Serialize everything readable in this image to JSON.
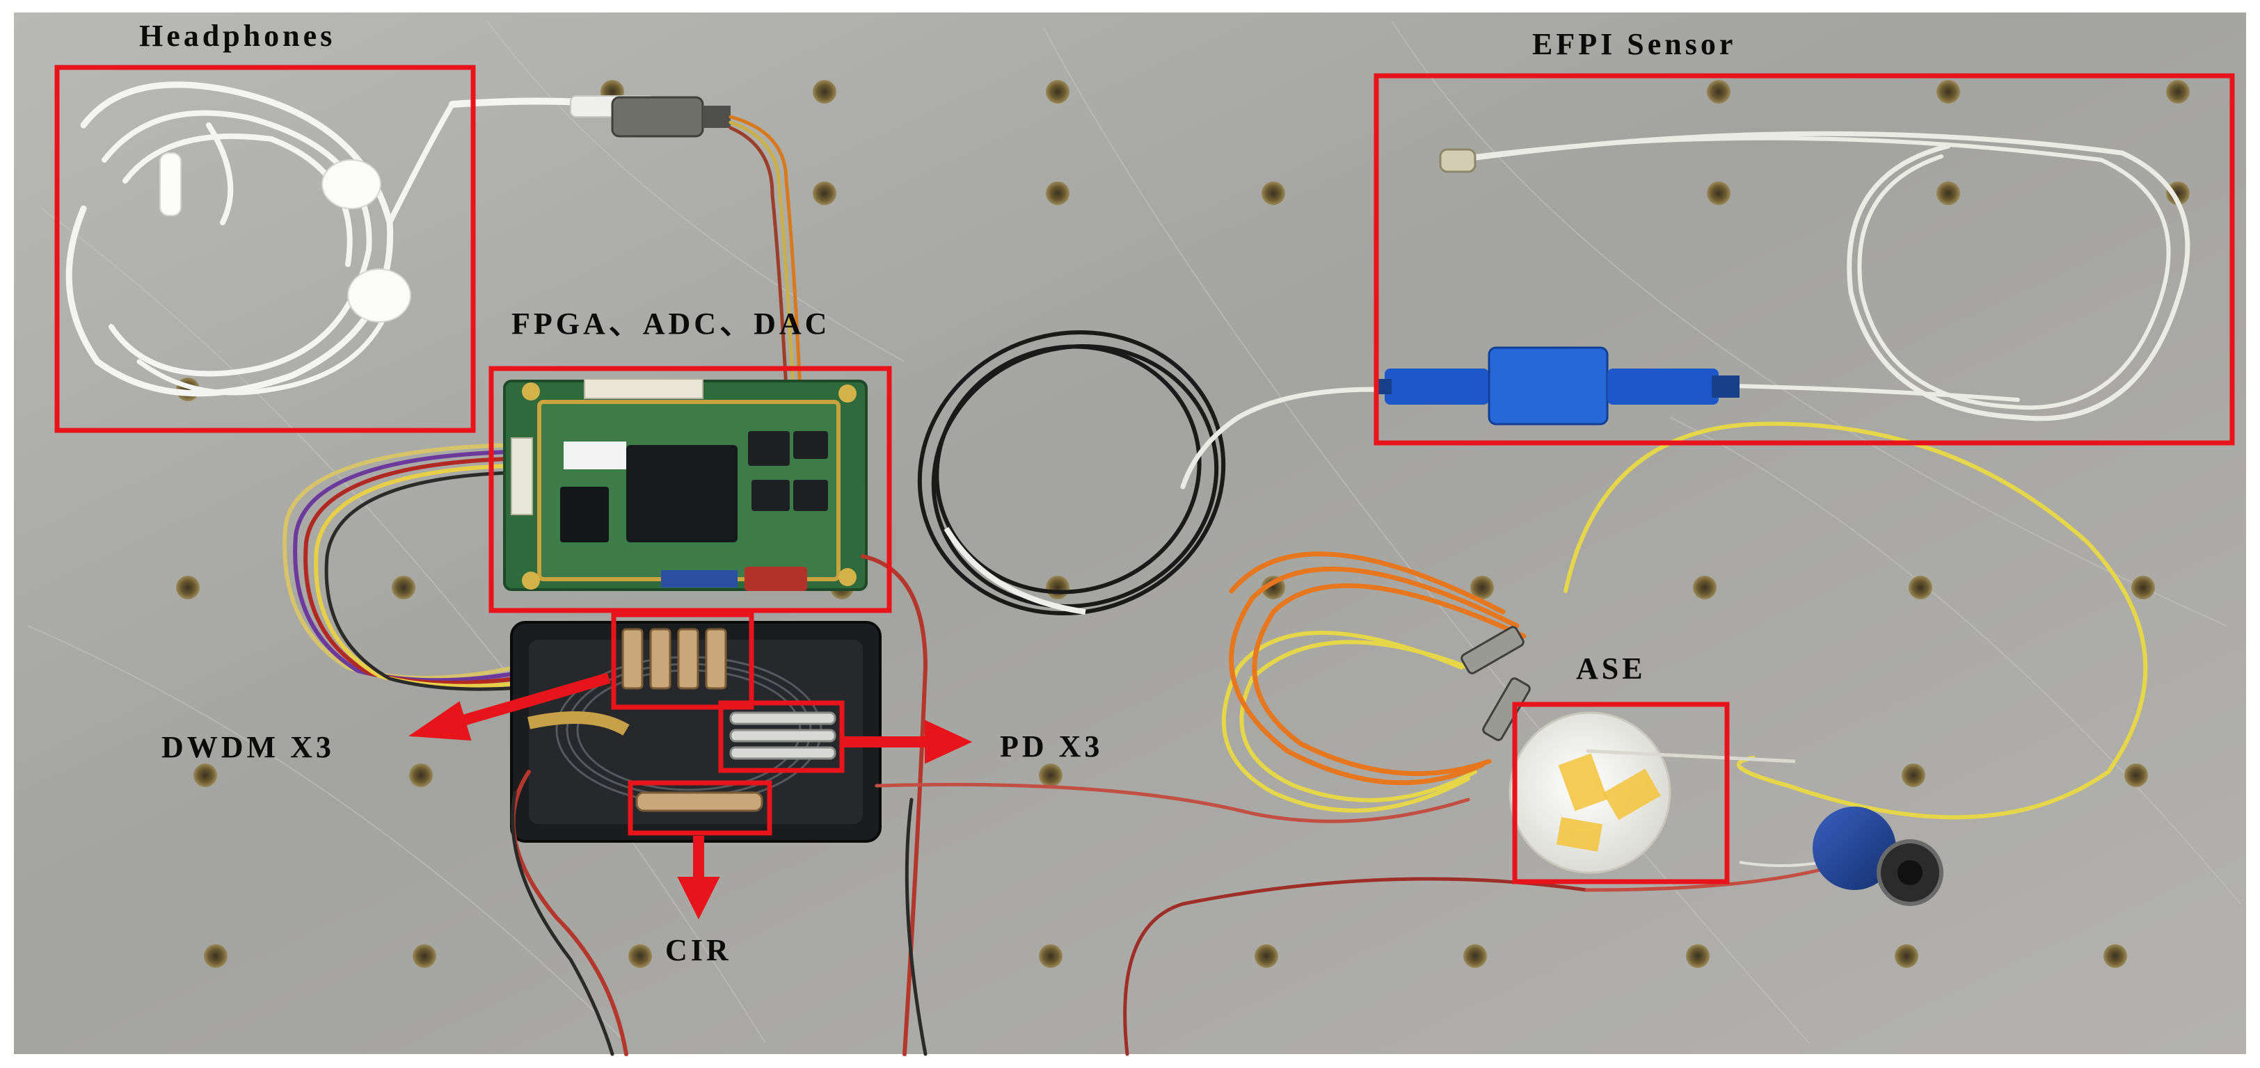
{
  "figure": {
    "labels": {
      "headphones": "Headphones",
      "fpga": "FPGA、ADC、DAC",
      "efpi": "EFPI Sensor",
      "dwdm": "DWDM X3",
      "pd": "PD X3",
      "cir": "CIR",
      "ase": "ASE"
    },
    "colors": {
      "annotation_box": "#e8141b",
      "plate": "#a9a9a5",
      "fiber_yellow": "#e6d64a",
      "fiber_orange": "#e7771e",
      "connector_blue": "#1e58c8",
      "pcb_green": "#2f6a3c"
    }
  }
}
